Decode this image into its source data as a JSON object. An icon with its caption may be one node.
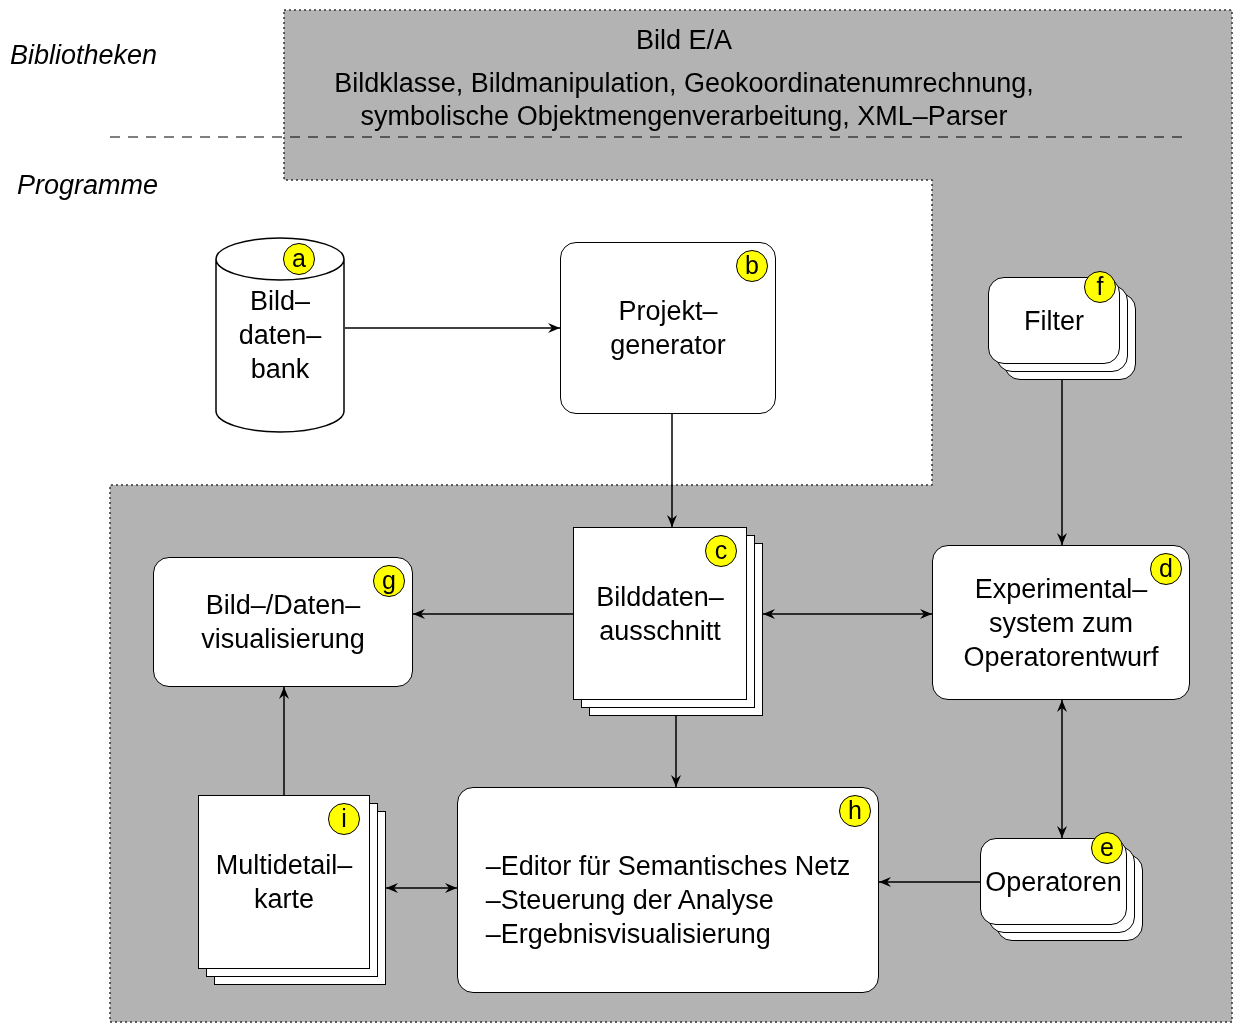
{
  "diagram": {
    "nodes": [
      {
        "text": [
          "Bild E/A",
          "Bildklasse, Bildmanipulation, Geokoordinatenumrechnung, symbolische Objektmengenverarbeitung, XML–Parser"
        ]
      },
      {
        "text": [
          "a",
          "Bild– daten– bank"
        ]
      },
      {
        "text": [
          "b",
          "Projekt– generator"
        ]
      },
      {
        "text": [
          "f",
          "Filter"
        ],
        "in": 0
      },
      {
        "text": [
          "g",
          "Bild–/Daten– visualisierung"
        ],
        "in": 0
      },
      {
        "text": [
          "c",
          "Bilddaten– ausschnitt"
        ],
        "in": 0
      },
      {
        "text": [
          "d",
          "Experimental– system zum Operatorentwurf"
        ],
        "in": 0
      },
      {
        "text": [
          "i",
          "Multidetail– karte"
        ],
        "in": 0
      },
      {
        "text": [
          "h",
          "–Editor für Semantisches Netz",
          "–Steuerung der Analyse",
          "–Ergebnisvisualisierung"
        ],
        "in": 0
      },
      {
        "text": [
          "e",
          "Operatoren"
        ],
        "in": 0
      }
    ],
    "edges": [
      {
        "from": 1,
        "to": 2,
        "arrow": "to"
      },
      {
        "from": 2,
        "to": 5,
        "arrow": "to"
      },
      {
        "from": 3,
        "to": 6,
        "arrow": "to"
      },
      {
        "from": 5,
        "to": 4,
        "arrow": "to"
      },
      {
        "from": 5,
        "to": 6,
        "arrow": "both"
      },
      {
        "from": 5,
        "to": 8,
        "arrow": "to"
      },
      {
        "from": 6,
        "to": 9,
        "arrow": "both"
      },
      {
        "from": 9,
        "to": 8,
        "arrow": "to"
      },
      {
        "from": 7,
        "to": 4,
        "arrow": "to"
      },
      {
        "from": 7,
        "to": 8,
        "arrow": "both"
      }
    ],
    "labels": [
      "Bibliotheken",
      "Programme"
    ]
  }
}
